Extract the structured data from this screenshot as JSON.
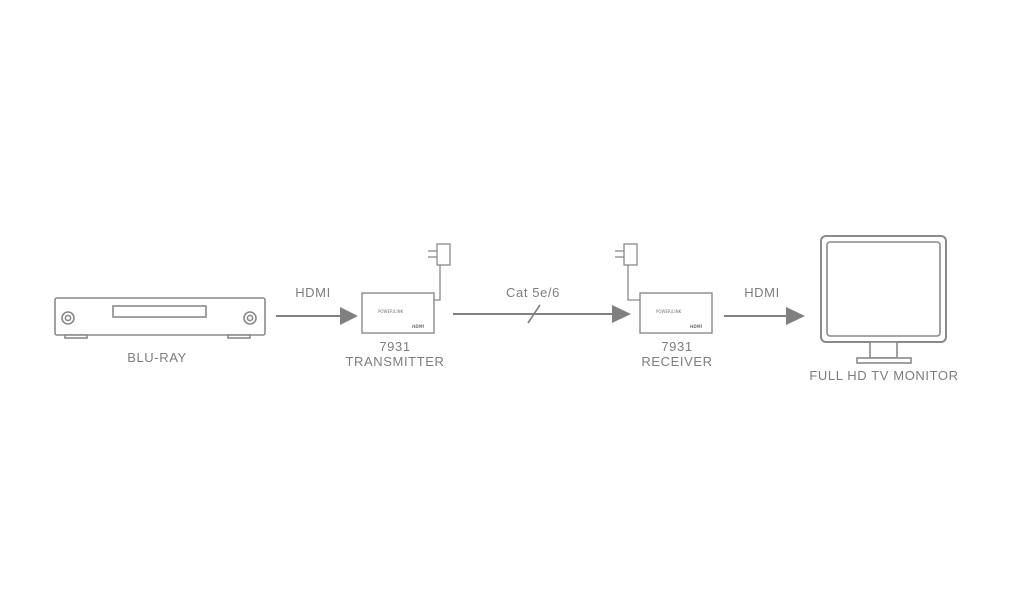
{
  "nodes": {
    "bluray": {
      "label": "BLU-RAY"
    },
    "transmitter": {
      "model": "7931",
      "label": "TRANSMITTER",
      "port_text": "POWER/LINK",
      "logo_text": "HDMI"
    },
    "receiver": {
      "model": "7931",
      "label": "RECEIVER",
      "port_text": "POWER/LINK",
      "logo_text": "HDMI"
    },
    "monitor": {
      "label": "FULL HD TV MONITOR"
    }
  },
  "links": {
    "source_to_tx": {
      "label": "HDMI"
    },
    "tx_to_rx": {
      "label": "Cat 5e/6"
    },
    "rx_to_display": {
      "label": "HDMI"
    }
  },
  "colors": {
    "stroke": "#8a8a8a",
    "arrow": "#808080",
    "text": "#7d7d7d",
    "screen_fill": "#ffffff"
  }
}
